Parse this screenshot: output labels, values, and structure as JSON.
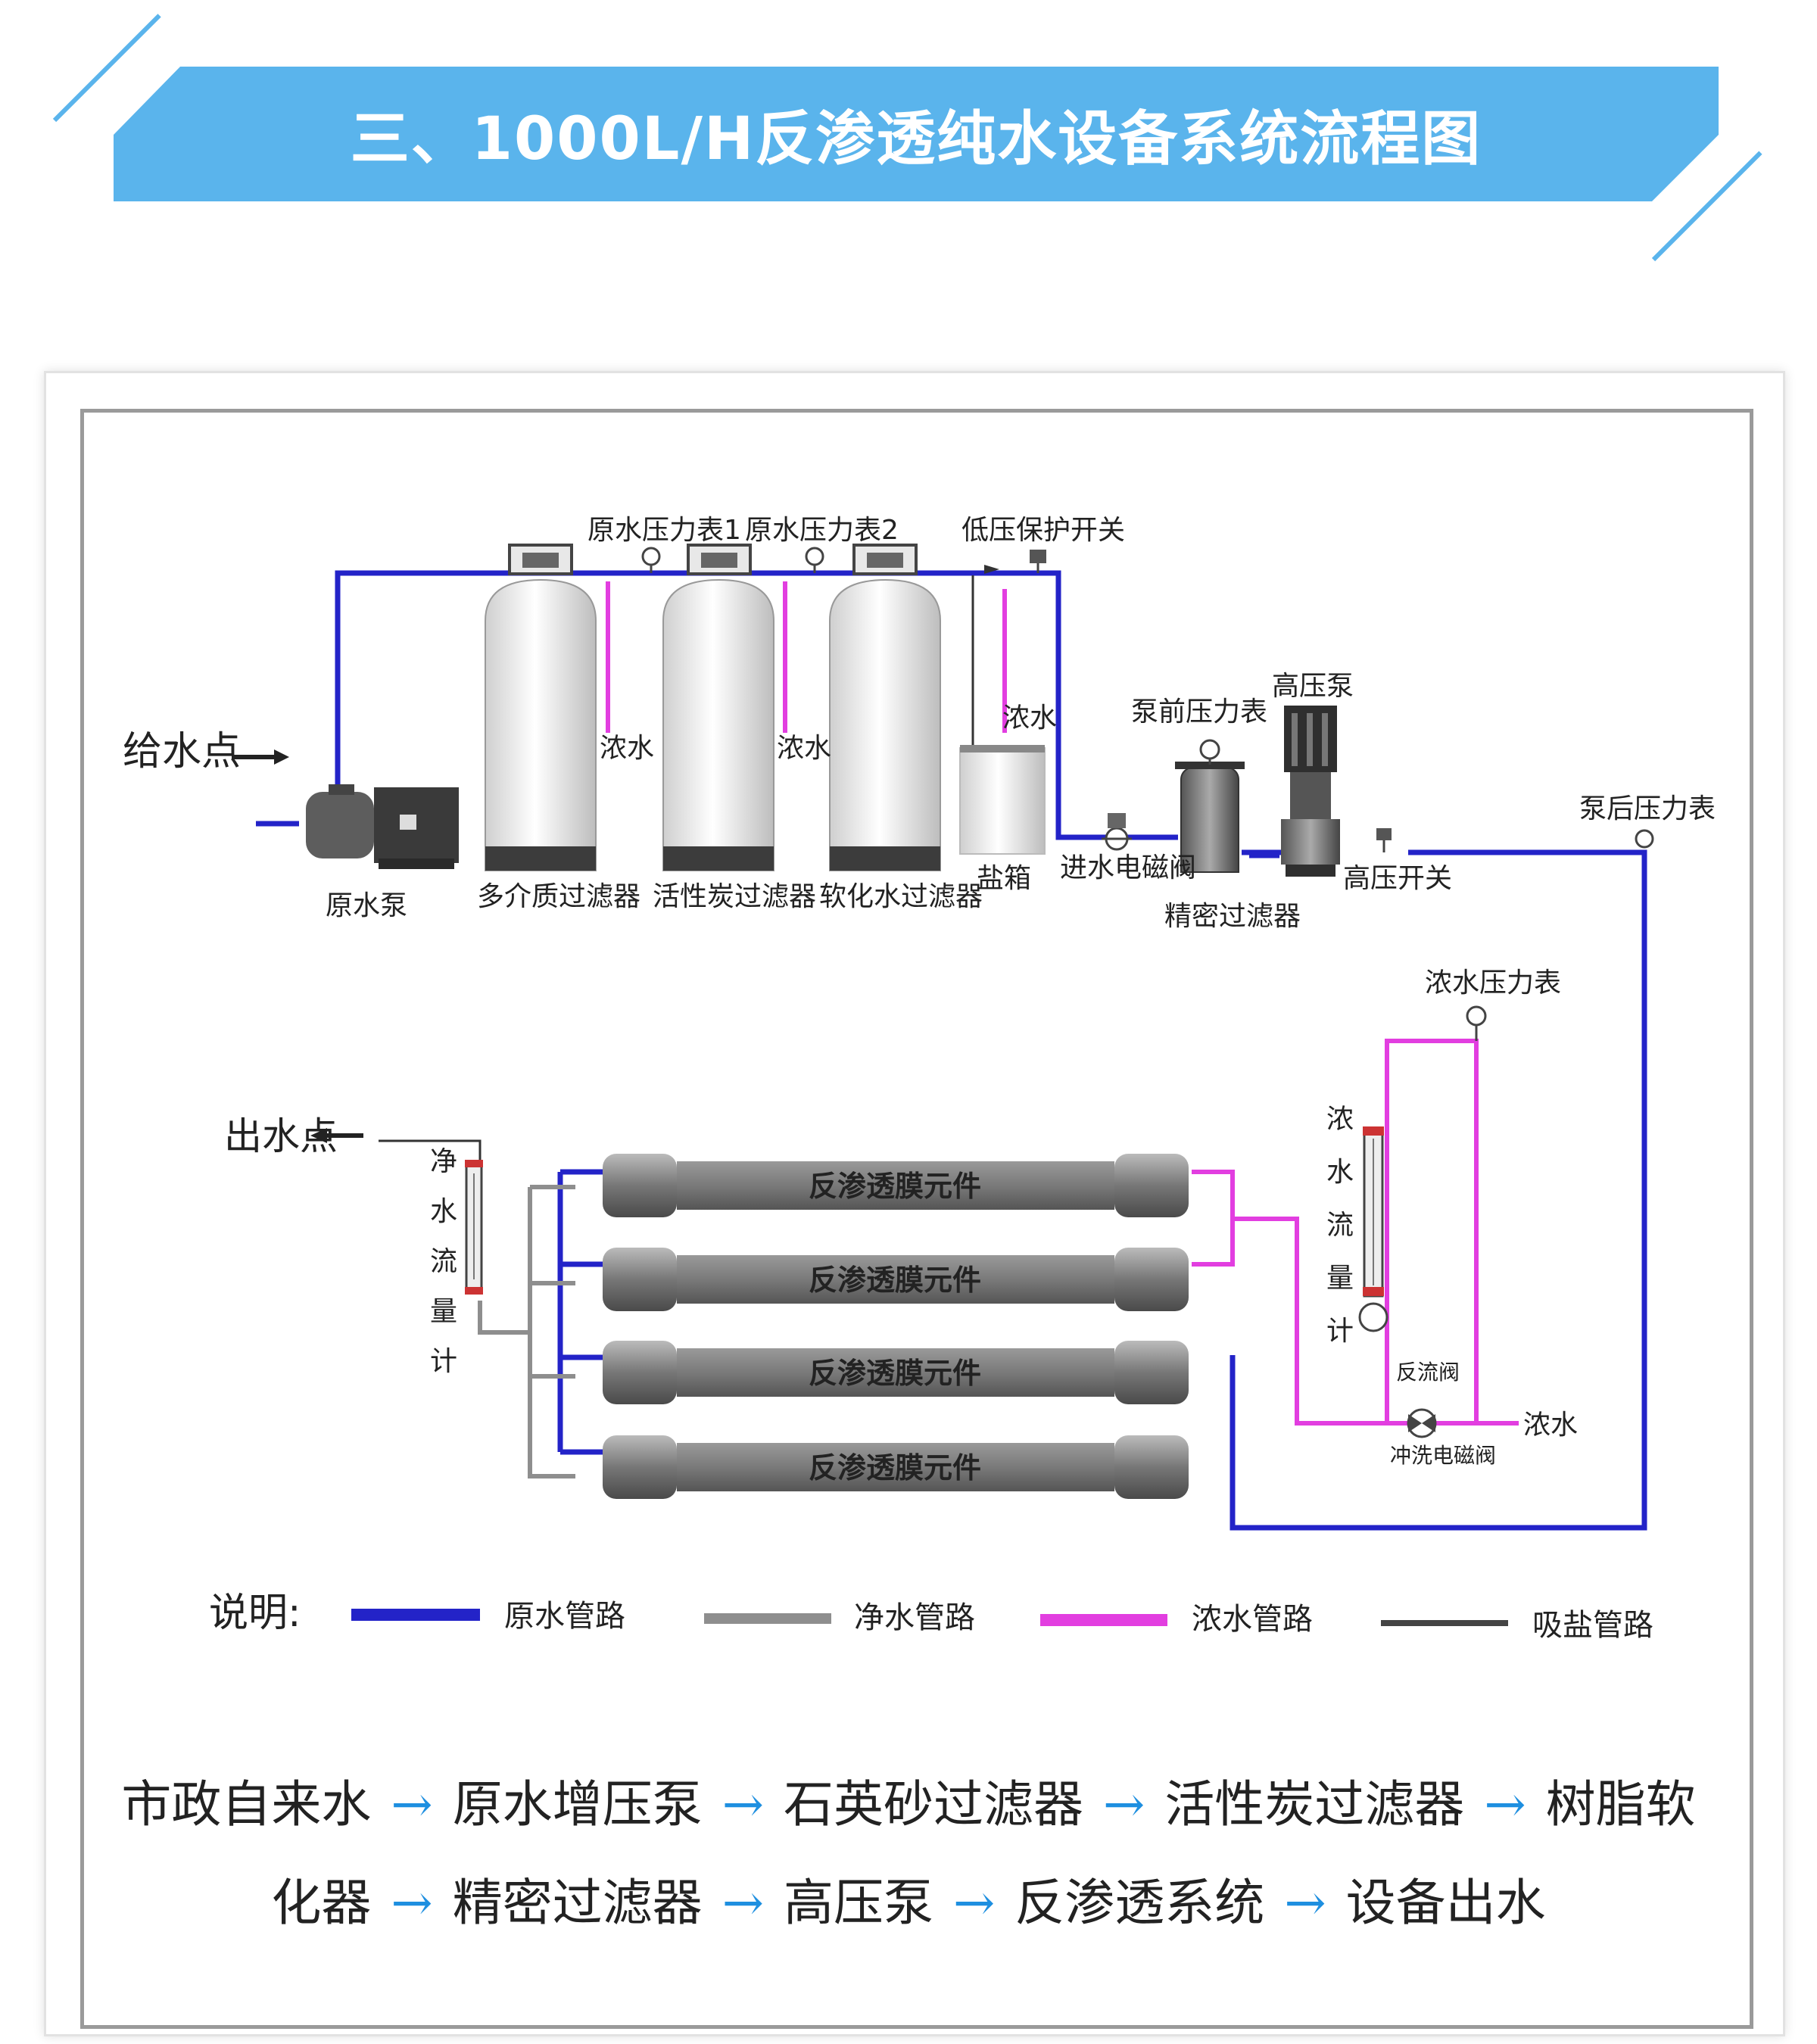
{
  "header": {
    "title": "三、1000L/H反渗透纯水设备系统流程图"
  },
  "colors": {
    "banner": "#5ab4ec",
    "raw_pipe": "#2323c8",
    "pure_pipe": "#8e8e8e",
    "waste_pipe": "#e23ee0",
    "salt_pipe": "#444444",
    "flow_arrow": "#1e8fe0"
  },
  "diagram": {
    "inlet_label": "给水点",
    "outlet_label": "出水点",
    "raw_pump": "原水泵",
    "filters": [
      {
        "label": "多介质过滤器"
      },
      {
        "label": "活性炭过滤器"
      },
      {
        "label": "软化水过滤器"
      }
    ],
    "gauge1": "原水压力表1",
    "gauge2": "原水压力表2",
    "low_pressure_switch": "低压保护开关",
    "waste_labels": [
      "浓水",
      "浓水",
      "浓水"
    ],
    "brine_tank": "盐箱",
    "inlet_valve": "进水电磁阀",
    "pre_pump_gauge": "泵前压力表",
    "precision_filter": "精密过滤器",
    "hp_pump": "高压泵",
    "hp_switch": "高压开关",
    "post_pump_gauge": "泵后压力表",
    "conc_gauge": "浓水压力表",
    "conc_flowmeter": [
      "浓",
      "水",
      "流",
      "量",
      "计"
    ],
    "pure_flowmeter": [
      "净",
      "水",
      "流",
      "量",
      "计"
    ],
    "membranes": [
      "反渗透膜元件",
      "反渗透膜元件",
      "反渗透膜元件",
      "反渗透膜元件"
    ],
    "reflux_valve": "反流阀",
    "flush_valve": "冲洗电磁阀",
    "waste_outlet": "浓水"
  },
  "legend": {
    "title": "说明:",
    "items": [
      {
        "label": "原水管路",
        "color": "#2323c8"
      },
      {
        "label": "净水管路",
        "color": "#8e8e8e"
      },
      {
        "label": "浓水管路",
        "color": "#e23ee0"
      },
      {
        "label": "吸盐管路",
        "color": "#444444"
      }
    ]
  },
  "flow_steps": {
    "line1": [
      "市政自来水",
      "原水增压泵",
      "石英砂过滤器",
      "活性炭过滤器",
      "树脂软"
    ],
    "line2": [
      "化器",
      "精密过滤器",
      "高压泵",
      "反渗透系统",
      "设备出水"
    ],
    "arrow": "→"
  }
}
